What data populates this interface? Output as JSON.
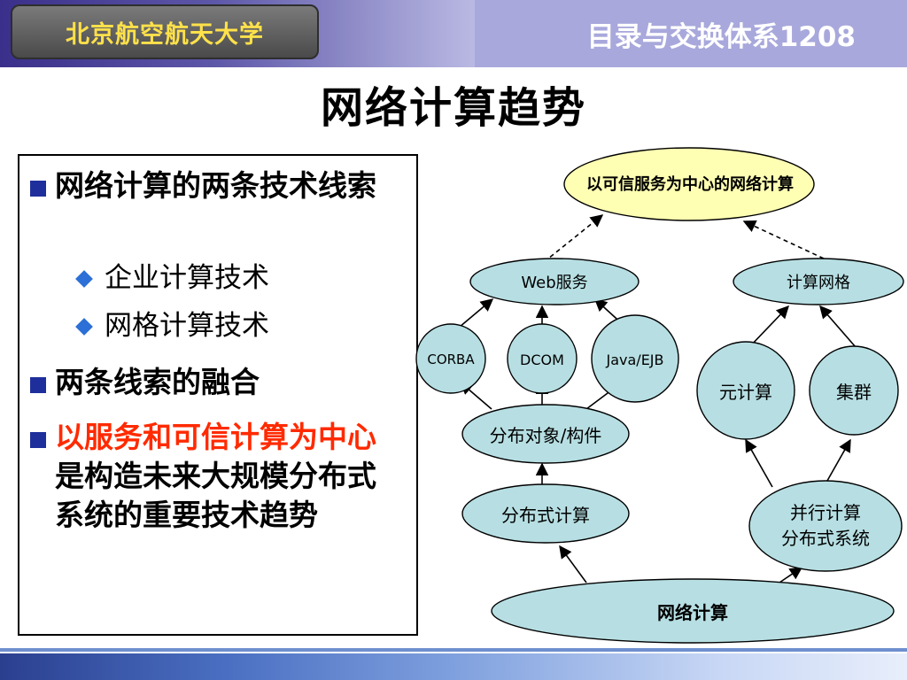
{
  "header": {
    "university": "北京航空航天大学",
    "course": "目录与交换体系1208"
  },
  "title": "网络计算趋势",
  "left_panel": {
    "bullet1": "网络计算的两条技术线索",
    "sub1": "企业计算技术",
    "sub2": "网格计算技术",
    "bullet2": "两条线索的融合",
    "bullet3_red": "以服务和可信计算为中心",
    "bullet3_black": "是构造未来大规模分布式系统的重要技术趋势"
  },
  "diagram": {
    "top": "以可信服务为中心的网络计算",
    "web": "Web服务",
    "grid": "计算网格",
    "corba": "CORBA",
    "dcom": "DCOM",
    "javaejb": "Java/EJB",
    "meta": "元计算",
    "cluster": "集群",
    "distobj": "分布对象/构件",
    "distcomp": "分布式计算",
    "parallel_line1": "并行计算",
    "parallel_line2": "分布式系统",
    "network": "网络计算"
  },
  "colors": {
    "node_fill": "#b7dfe3",
    "top_fill": "#ffffb3",
    "bullet_square": "#1e2f9c",
    "diamond": "#2c6fd6",
    "red_text": "#ff2a00",
    "university_text": "#ffe14a"
  }
}
